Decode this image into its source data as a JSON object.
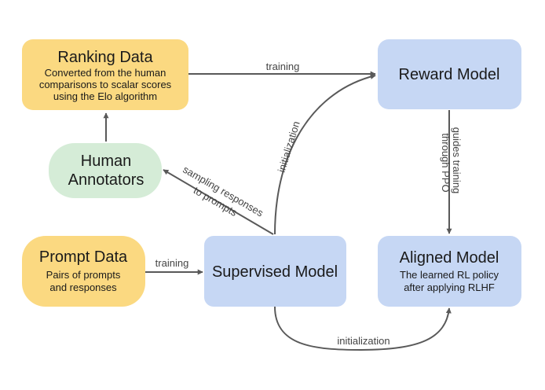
{
  "colors": {
    "yellow_box": "#fbd981",
    "green_box": "#d5ecd7",
    "blue_box": "#c6d7f4",
    "arrow": "#595959"
  },
  "nodes": {
    "ranking_data": {
      "title": "Ranking Data",
      "line1": "Converted from the human",
      "line2": "comparisons to scalar scores",
      "line3": "using the Elo algorithm"
    },
    "reward_model": {
      "title": "Reward Model"
    },
    "human_annotators": {
      "line1": "Human",
      "line2": "Annotators"
    },
    "prompt_data": {
      "title": "Prompt Data",
      "line1": "Pairs of prompts",
      "line2": "and responses"
    },
    "supervised_model": {
      "title": "Supervised Model"
    },
    "aligned_model": {
      "title": "Aligned Model",
      "line1": "The learned RL policy",
      "line2": "after applying RLHF"
    }
  },
  "edges": {
    "ranking_to_reward": "training",
    "supervised_to_reward": "initialization",
    "reward_to_aligned": {
      "line1": "guides training",
      "line2": "through PPO"
    },
    "supervised_to_annotators": {
      "line1": "sampling responses",
      "line2": "to prompts"
    },
    "prompt_to_supervised": "training",
    "supervised_to_aligned": "initialization"
  }
}
